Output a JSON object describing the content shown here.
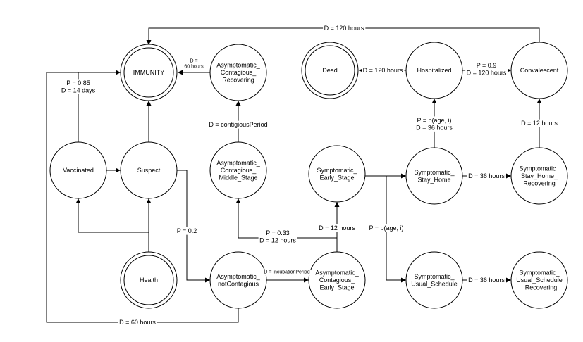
{
  "nodes": {
    "immunity": {
      "lines": [
        "IMMUNITY"
      ],
      "double": true
    },
    "asym_recovering": {
      "lines": [
        "Asymptomatic_",
        "Contagious_",
        "Recovering"
      ]
    },
    "dead": {
      "lines": [
        "Dead"
      ],
      "double": true
    },
    "hospitalized": {
      "lines": [
        "Hospitalized"
      ]
    },
    "convalescent": {
      "lines": [
        "Convalescent"
      ]
    },
    "vaccinated": {
      "lines": [
        "Vaccinated"
      ]
    },
    "suspect": {
      "lines": [
        "Suspect"
      ]
    },
    "asym_middle": {
      "lines": [
        "Asymptomatic_",
        "Contagious_",
        "Middle_Stage"
      ]
    },
    "sym_early": {
      "lines": [
        "Symptomatic_",
        "Early_Stage"
      ]
    },
    "sym_stay_home": {
      "lines": [
        "Symptomatic_",
        "Stay_Home"
      ]
    },
    "sym_stay_home_rec": {
      "lines": [
        "Symptomatic_",
        "Stay_Home_",
        "Recovering"
      ]
    },
    "health": {
      "lines": [
        "Health"
      ],
      "double": true
    },
    "asym_not_contagious": {
      "lines": [
        "Asymptomatic_",
        "notContagious"
      ]
    },
    "asym_early": {
      "lines": [
        "Asymptomatic_",
        "Contagious_",
        "Early_Stage"
      ]
    },
    "sym_usual": {
      "lines": [
        "Symptomatic_",
        "Usual_Schedule"
      ]
    },
    "sym_usual_rec": {
      "lines": [
        "Symptomatic_",
        "Usual_Schedule",
        "_Recovering"
      ]
    }
  },
  "labels": {
    "top_loop": [
      "D = 120 hours"
    ],
    "asym_rec_immunity": [
      "D =",
      "60 hours"
    ],
    "vaccinated_immunity": [
      "P = 0.85",
      "D = 14 days"
    ],
    "contagious_period": [
      "D = contigiousPeriod"
    ],
    "dead_hosp": [
      "D = 120 hours"
    ],
    "hosp_conv": [
      "P = 0.9",
      "D = 120 hours"
    ],
    "stay_home_hosp": [
      "P = p(age, i)",
      "D = 36 hours"
    ],
    "stay_rec_conv": [
      "D = 12 hours"
    ],
    "stay_home_rec": [
      "D = 36 hours"
    ],
    "suspect_not_contagious": [
      "P = 0.2"
    ],
    "early_middle": [
      "P = 0.33",
      "D = 12 hours"
    ],
    "early_sym_early": [
      "D = 12 hours"
    ],
    "sym_early_split": [
      "P = p(age, i)"
    ],
    "incubation": [
      "D = incubationPeriod"
    ],
    "usual_rec": [
      "D = 36 hours"
    ],
    "bottom_loop": [
      "D = 60 hours"
    ]
  }
}
